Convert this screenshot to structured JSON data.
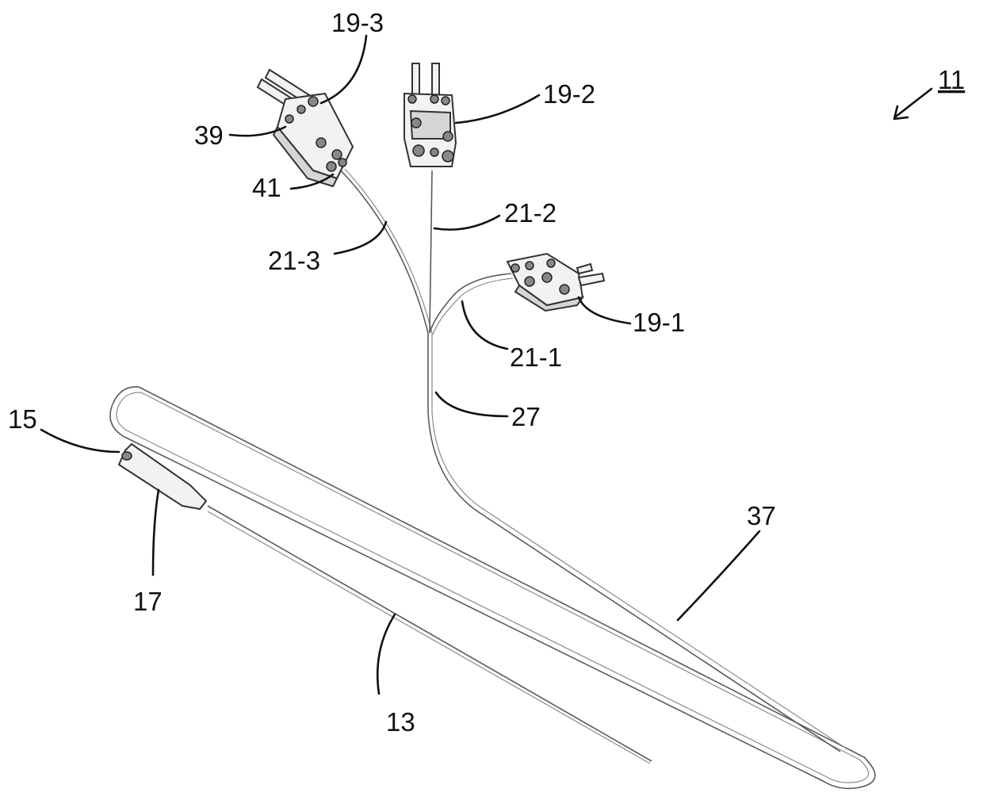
{
  "figure": {
    "labels": {
      "fig": "11",
      "connector_3": "19-3",
      "connector_2": "19-2",
      "connector_1": "19-1",
      "part_39": "39",
      "part_41": "41",
      "wire_3": "21-3",
      "wire_2": "21-2",
      "wire_1": "21-1",
      "bundle": "27",
      "loop": "37",
      "tip": "15",
      "handle": "17",
      "probe": "13"
    }
  }
}
